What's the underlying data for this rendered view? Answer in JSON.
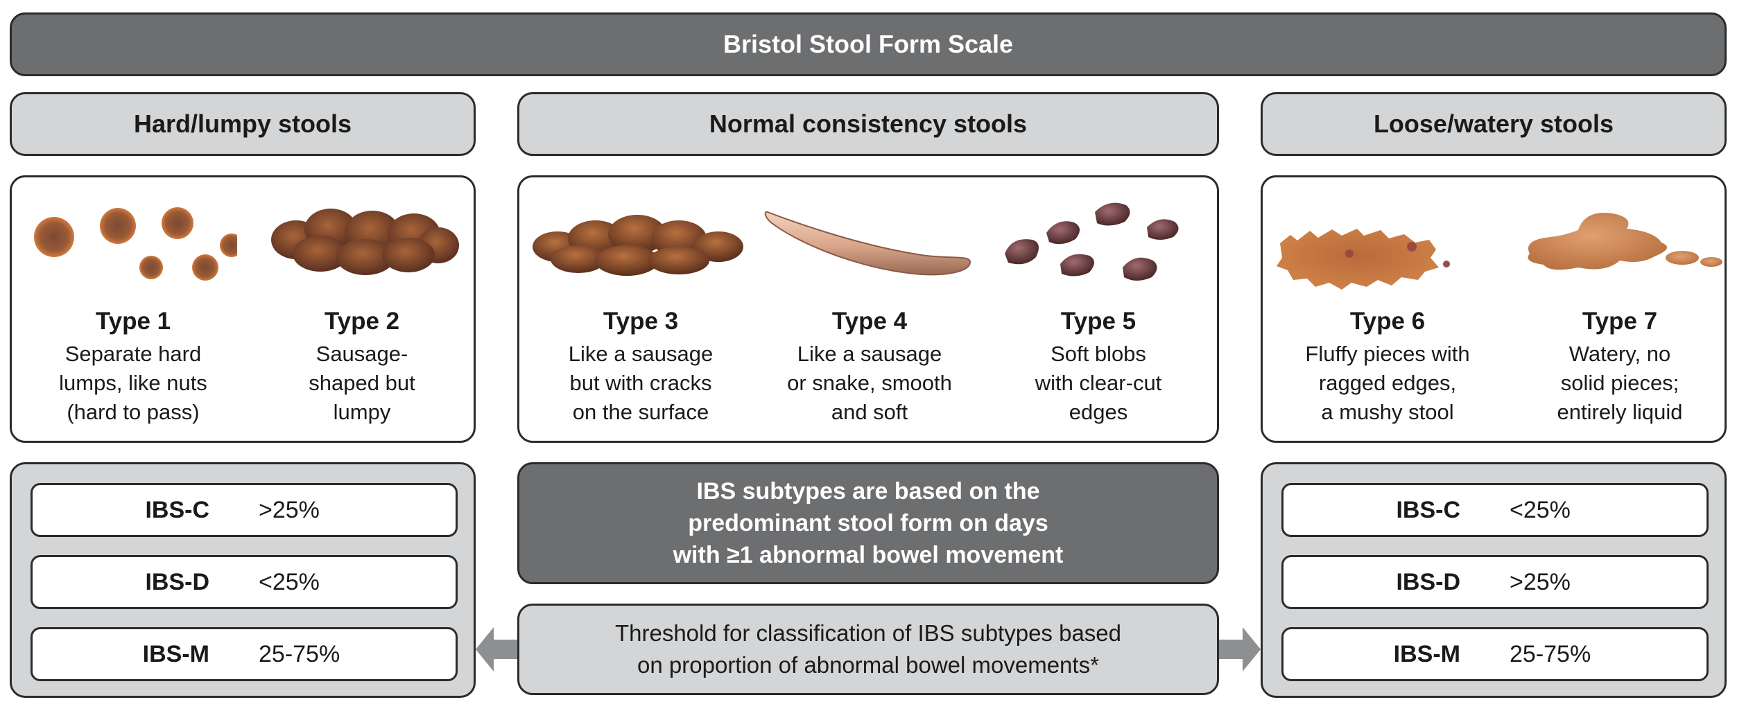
{
  "title": "Bristol Stool Form Scale",
  "categories": [
    {
      "label": "Hard/lumpy stools"
    },
    {
      "label": "Normal consistency stools"
    },
    {
      "label": "Loose/watery stools"
    }
  ],
  "types": [
    {
      "name": "Type 1",
      "desc": [
        "Separate hard",
        "lumps, like nuts",
        "(hard to pass)"
      ]
    },
    {
      "name": "Type 2",
      "desc": [
        "Sausage-",
        "shaped but",
        "lumpy"
      ]
    },
    {
      "name": "Type 3",
      "desc": [
        "Like a sausage",
        "but with cracks",
        "on the surface"
      ]
    },
    {
      "name": "Type 4",
      "desc": [
        "Like a sausage",
        "or snake, smooth",
        "and soft"
      ]
    },
    {
      "name": "Type 5",
      "desc": [
        "Soft blobs",
        "with clear-cut",
        "edges"
      ]
    },
    {
      "name": "Type 6",
      "desc": [
        "Fluffy pieces with",
        "ragged edges,",
        "a mushy stool"
      ]
    },
    {
      "name": "Type 7",
      "desc": [
        "Watery, no",
        "solid pieces;",
        "entirely liquid"
      ]
    }
  ],
  "ibs_hard": [
    {
      "label": "IBS-C",
      "value": ">25%"
    },
    {
      "label": "IBS-D",
      "value": "<25%"
    },
    {
      "label": "IBS-M",
      "value": "25-75%"
    }
  ],
  "ibs_loose": [
    {
      "label": "IBS-C",
      "value": "<25%"
    },
    {
      "label": "IBS-D",
      "value": ">25%"
    },
    {
      "label": "IBS-M",
      "value": "25-75%"
    }
  ],
  "center_note": [
    "IBS subtypes are based on the",
    "predominant stool form on days",
    "with ≥1 abnormal bowel movement"
  ],
  "threshold_note": [
    "Threshold for classification of IBS subtypes based",
    "on proportion of abnormal bowel movements*"
  ],
  "colors": {
    "title_bg": "#6d6e70",
    "header_bg": "#d4d5d6",
    "border": "#2b2b2b",
    "stool_dark": "#5a3020",
    "stool_mid": "#8a5030",
    "stool_light": "#c0703a",
    "stool_pale": "#e0b49a",
    "liquid": "#c98a55"
  }
}
